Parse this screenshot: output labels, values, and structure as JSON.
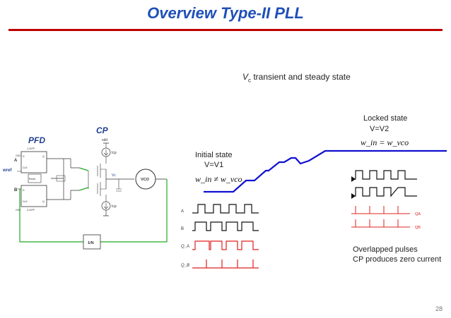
{
  "title": "Overview Type-II PLL",
  "page_number": "28",
  "colors": {
    "title": "#1f4fb8",
    "rule": "#c00000",
    "vc_curve": "#1010d0",
    "green_wire": "#22aa22",
    "pulse_red": "#e02020"
  },
  "vc_plot": {
    "title_var": "V",
    "title_sub": "c",
    "title_rest": " transient and steady state",
    "initial_state": "Initial state",
    "initial_v": "V=V1",
    "initial_eq": "w_in ≠ w_vco",
    "locked_state": "Locked state",
    "locked_v": "V=V2",
    "locked_eq": "w_in = w_vco",
    "waves_left": [
      "A",
      "B",
      "Q_A",
      "Q_B"
    ],
    "waves_right": [
      "QA",
      "QB"
    ],
    "note_line1": "Overlapped pulses",
    "note_line2": "CP produces zero current"
  },
  "circuit": {
    "pfd_label": "PFD",
    "cp_label": "CP",
    "wref": "wref",
    "in_a": "A",
    "in_b": "B",
    "vdd": "vdd",
    "icp_top": "Icp",
    "icp_bottom": "Icp",
    "vc": "Vc",
    "vco": "VCO",
    "divider": "1/N",
    "ff_top": "1-DFF",
    "ff_bottom": "2-DFF",
    "reset": "Reset",
    "d_pin": "D",
    "q_pin": "Q",
    "clk_pin": "CLK",
    "osc": "OSC",
    "qa_pin": "QA",
    "qb_pin": "QB"
  }
}
